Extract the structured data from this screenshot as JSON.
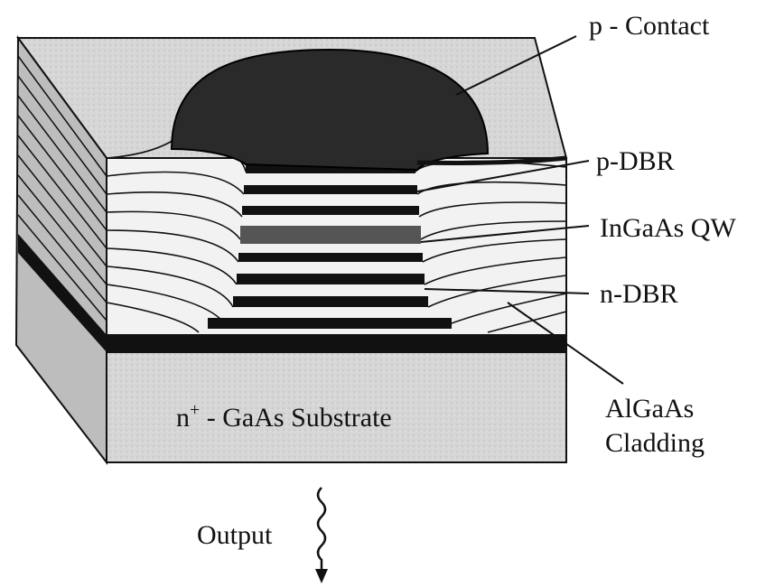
{
  "title": "VCSEL structure cross-section",
  "labels": {
    "p_contact": "p - Contact",
    "p_dbr": "p-DBR",
    "ingaas_qw": "InGaAs QW",
    "n_dbr": "n-DBR",
    "algaas_line1": "AlGaAs",
    "algaas_line2": "Cladding",
    "substrate_prefix": "n",
    "substrate_sup": "+",
    "substrate_rest": " - GaAs Substrate",
    "output": "Output"
  },
  "colors": {
    "ink": "#111111",
    "surface": "#d8d8d8",
    "contact": "#2a2a2a",
    "layer_light": "#f2f2f2"
  }
}
